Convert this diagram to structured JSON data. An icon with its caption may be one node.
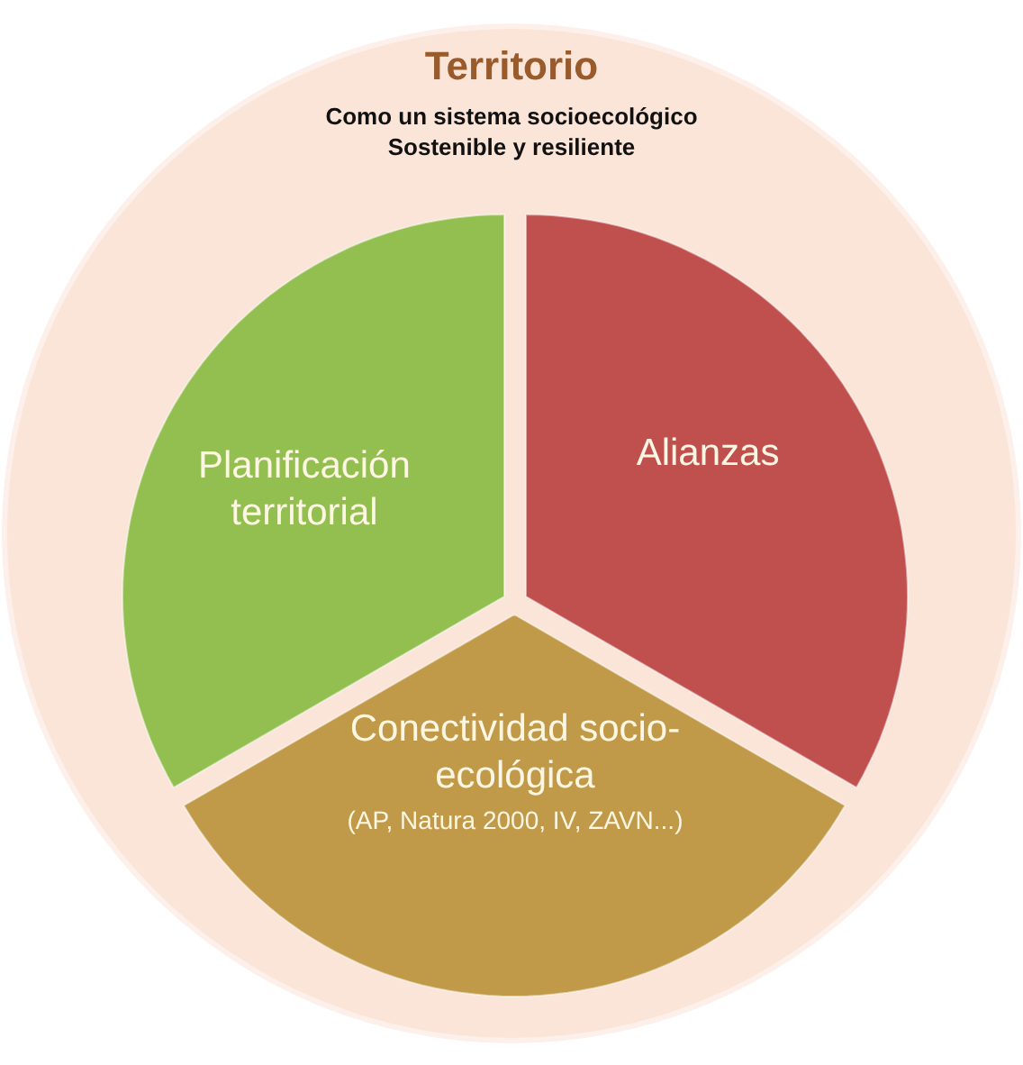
{
  "diagram": {
    "nodes": [
      {
        "text": [
          "Territorio",
          "Como un sistema socioecológico Sostenible y resiliente"
        ]
      },
      {
        "text": [
          "Planificación territorial"
        ],
        "in": 0
      },
      {
        "text": [
          "Alianzas"
        ],
        "in": 0
      },
      {
        "text": [
          "Conectividad socio-ecológica",
          "(AP, Natura 2000, IV, ZAVN...)"
        ],
        "in": 0
      }
    ]
  }
}
